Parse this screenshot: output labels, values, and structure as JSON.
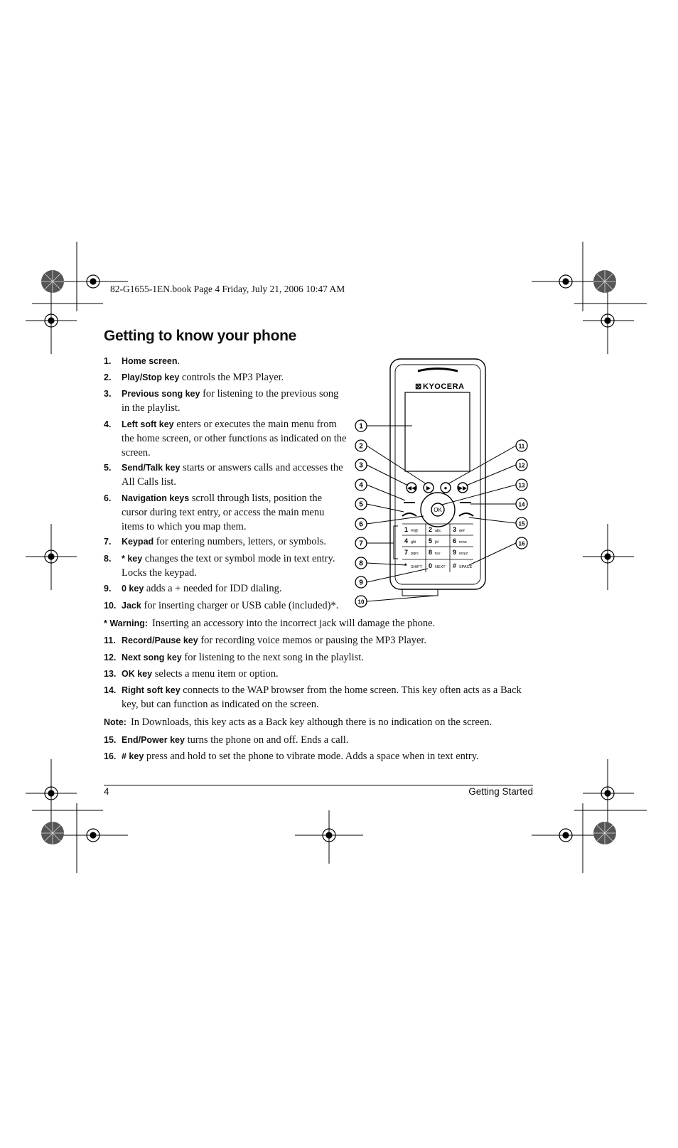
{
  "header": {
    "running_head": "82-G1655-1EN.book  Page 4  Friday, July 21, 2006  10:47 AM"
  },
  "page": {
    "title": "Getting to know your phone",
    "items": [
      {
        "num": "1.",
        "key": "Home screen",
        "text": "."
      },
      {
        "num": "2.",
        "key": "Play/Stop key",
        "text": " controls the MP3 Player."
      },
      {
        "num": "3.",
        "key": "Previous song key",
        "text": " for listening to the previous song in the playlist."
      },
      {
        "num": "4.",
        "key": "Left soft key",
        "text": " enters or executes the main menu from the home screen, or other functions as indicated on the screen."
      },
      {
        "num": "5.",
        "key": "Send/Talk key",
        "text": " starts or answers calls and accesses the All Calls list."
      },
      {
        "num": "6.",
        "key": "Navigation keys",
        "text": " scroll through lists, position the cursor during text entry, or access the main menu items to which you map them."
      },
      {
        "num": "7.",
        "key": "Keypad",
        "text": " for entering numbers, letters, or symbols."
      },
      {
        "num": "8.",
        "key": "* key",
        "text": " changes the text or symbol mode in text entry. Locks the keypad."
      },
      {
        "num": "9.",
        "key": "0 key",
        "text": " adds a + needed for IDD dialing."
      },
      {
        "num": "10.",
        "key": "Jack",
        "text": " for inserting charger or USB cable (included)*."
      },
      {
        "num": "11.",
        "key": "Record/Pause key",
        "text": " for recording voice memos or pausing the MP3 Player."
      },
      {
        "num": "12.",
        "key": "Next song key",
        "text": " for listening to the next song in the playlist."
      },
      {
        "num": "13.",
        "key": "OK key",
        "text": " selects a menu item or option."
      },
      {
        "num": "14.",
        "key": "Right soft key",
        "text": " connects to the WAP browser from the home screen. This key often acts as a Back key, but can function as indicated on the screen."
      },
      {
        "num": "15.",
        "key": "End/Power key",
        "text": " turns the phone on and off. Ends a call."
      },
      {
        "num": "16.",
        "key": "# key",
        "text": " press and hold to set the phone to vibrate mode. Adds a space when in text entry."
      }
    ],
    "warning": {
      "key": "* Warning:",
      "text": "Inserting an accessory into the incorrect jack will damage the phone."
    },
    "note": {
      "key": "Note:",
      "text": "In Downloads, this key acts as a Back key although there is no indication on the screen."
    }
  },
  "phone": {
    "brand": "KYOCERA",
    "ok_label": "OK",
    "callouts": [
      "1",
      "2",
      "3",
      "4",
      "5",
      "6",
      "7",
      "8",
      "9",
      "10",
      "11",
      "12",
      "13",
      "14",
      "15",
      "16"
    ],
    "keys": [
      {
        "n": "1",
        "l": "✉@"
      },
      {
        "n": "2",
        "l": "abc"
      },
      {
        "n": "3",
        "l": "def"
      },
      {
        "n": "4",
        "l": "ghi"
      },
      {
        "n": "5",
        "l": "jkl"
      },
      {
        "n": "6",
        "l": "mno"
      },
      {
        "n": "7",
        "l": "pqrs"
      },
      {
        "n": "8",
        "l": "tuv"
      },
      {
        "n": "9",
        "l": "wxyz"
      },
      {
        "n": "*",
        "l": "SHIFT"
      },
      {
        "n": "0",
        "l": "NEXT"
      },
      {
        "n": "#",
        "l": "SPACE"
      }
    ]
  },
  "footer": {
    "page_number": "4",
    "section": "Getting Started"
  }
}
